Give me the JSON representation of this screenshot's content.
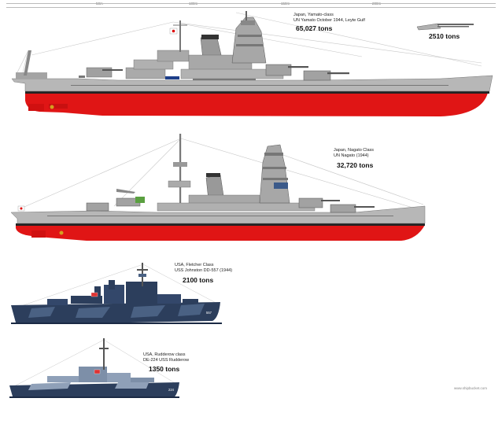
{
  "scale": {
    "labels": [
      "50m",
      "100m",
      "150m",
      "200m"
    ]
  },
  "ships": [
    {
      "id": "yamato",
      "line1": "Japan, Yamato-class",
      "line2": "UN Yamato October 1944, Leyte Gulf",
      "tons": "65,027 tons"
    },
    {
      "id": "nagato",
      "line1": "Japan, Nagato Class",
      "line2": "UN Nagato (1944)",
      "tons": "32,720 tons"
    },
    {
      "id": "johnston",
      "line1": "USA, Fletcher Class",
      "line2": "USS Johnston DD-557 (1944)",
      "tons": "2100 tons",
      "hull_number": "557"
    },
    {
      "id": "rudderow",
      "line1": "USA, Rudderow class",
      "line2": "DE-224 USS Rudderow",
      "tons": "1350 tons",
      "hull_number": "224"
    }
  ],
  "turret": {
    "tons": "2510 tons"
  },
  "watermark": "www.shipbucket.com",
  "colors": {
    "hull_red": "#e01515",
    "upper_grey": "#b7b7b7",
    "navy": "#2c3e5c",
    "navy_light": "#4a6183"
  }
}
